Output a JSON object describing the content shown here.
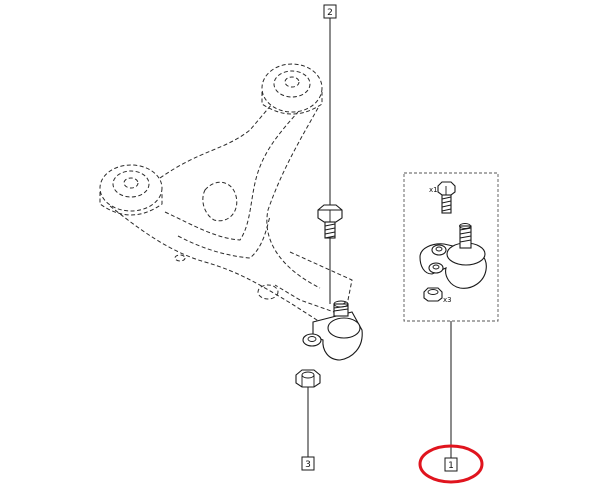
{
  "callouts": [
    {
      "id": "2",
      "label": "2"
    },
    {
      "id": "3",
      "label": "3"
    },
    {
      "id": "1",
      "label": "1"
    }
  ],
  "kit_quantities": {
    "bolt": "x1",
    "nut": "x3"
  },
  "highlight": {
    "target_callout": "1",
    "color": "#e0141e"
  },
  "colors": {
    "line": "#1a1a1a",
    "background": "#ffffff"
  }
}
